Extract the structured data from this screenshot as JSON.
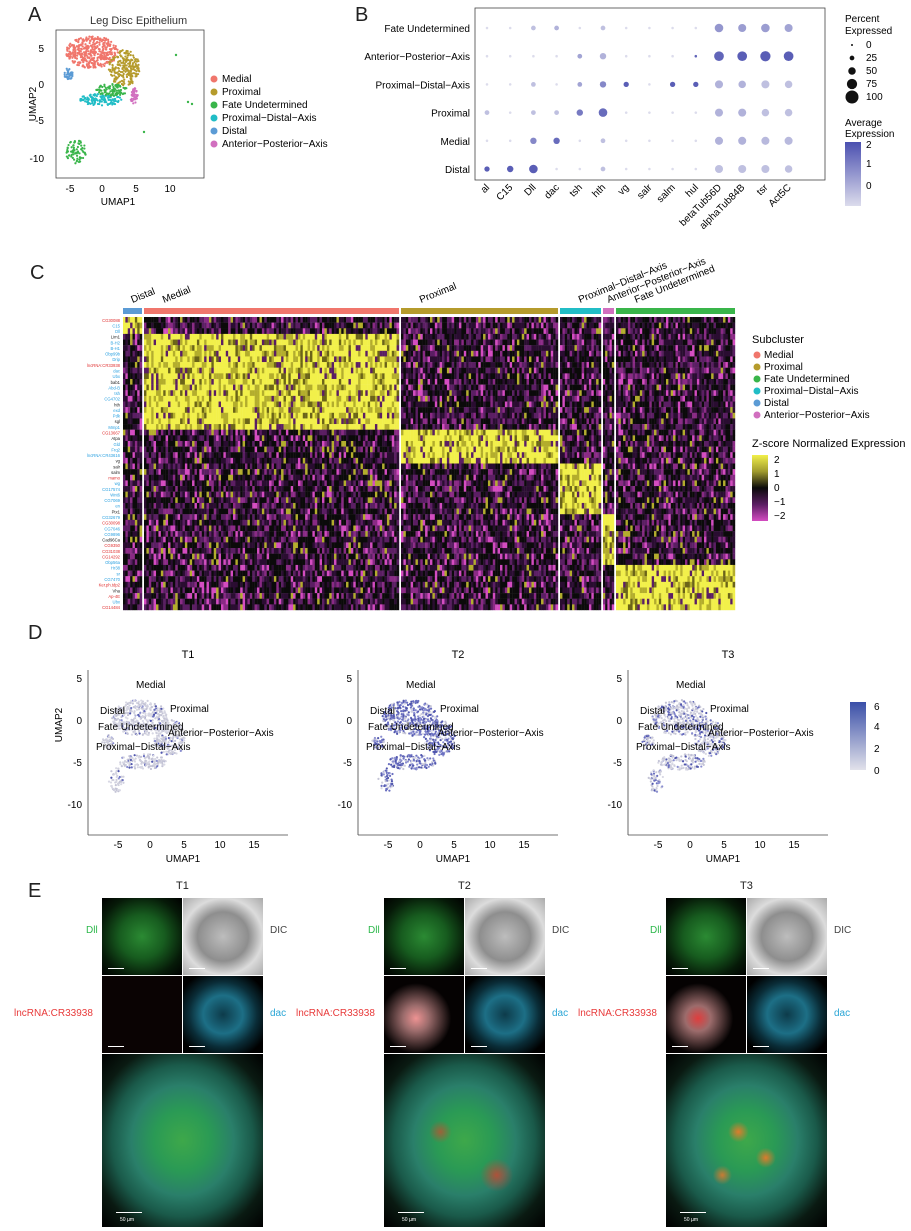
{
  "panels": {
    "A": "A",
    "B": "B",
    "C": "C",
    "D": "D",
    "E": "E"
  },
  "panelA": {
    "title": "Leg Disc Epithelium",
    "xlabel": "UMAP1",
    "ylabel": "UMAP2",
    "xticks": [
      "-5",
      "0",
      "5",
      "10"
    ],
    "yticks": [
      "5",
      "0",
      "-5",
      "-10"
    ],
    "legend": [
      {
        "label": "Medial",
        "color": "#f0766c"
      },
      {
        "label": "Proximal",
        "color": "#b59b2c"
      },
      {
        "label": "Fate Undetermined",
        "color": "#39b54a"
      },
      {
        "label": "Proximal−Distal−Axis",
        "color": "#21bdc6"
      },
      {
        "label": "Distal",
        "color": "#5b9bd5"
      },
      {
        "label": "Anterior−Posterior−Axis",
        "color": "#d16fbf"
      }
    ]
  },
  "panelB": {
    "rows": [
      "Fate Undetermined",
      "Anterior−Posterior−Axis",
      "Proximal−Distal−Axis",
      "Proximal",
      "Medial",
      "Distal"
    ],
    "genes": [
      "al",
      "C15",
      "Dll",
      "dac",
      "tsh",
      "hth",
      "vg",
      "salr",
      "salm",
      "hul",
      "betaTub56D",
      "alphaTub84B",
      "tsr",
      "Act5C"
    ],
    "size_legend_title": "Percent\nExpressed",
    "size_legend_title_lines": [
      "Percent",
      "Expressed"
    ],
    "size_legend": [
      "0",
      "25",
      "50",
      "75",
      "100"
    ],
    "color_legend_title_lines": [
      "Average",
      "Expression"
    ],
    "color_legend": [
      "2",
      "1",
      "0"
    ],
    "low_color": "#dcdcec",
    "high_color": "#4b50b0"
  },
  "panelC": {
    "clusters": [
      {
        "label": "Distal",
        "color": "#5b9bd5"
      },
      {
        "label": "Medial",
        "color": "#f0766c"
      },
      {
        "label": "Proximal",
        "color": "#b59b2c"
      },
      {
        "label": "Proximal−Distal−Axis",
        "color": "#21bdc6"
      },
      {
        "label": "Anterior−Posterior−Axis",
        "color": "#d16fbf"
      },
      {
        "label": "Fate Undetermined",
        "color": "#39b54a"
      }
    ],
    "subcluster_title": "Subcluster",
    "zscore_title": "Z-score Normalized Expression",
    "zscore_ticks": [
      "2",
      "1",
      "0",
      "−1",
      "−2"
    ],
    "gene_labels": [
      {
        "text": "CG30088",
        "color": "#e03030"
      },
      {
        "text": "C15",
        "color": "#2aa0e0"
      },
      {
        "text": "Dll",
        "color": "#2aa0e0"
      },
      {
        "text": "Lim1",
        "color": "#222"
      },
      {
        "text": "B-H2",
        "color": "#2aa0e0"
      },
      {
        "text": "B-H1",
        "color": "#2aa0e0"
      },
      {
        "text": "Obp99b",
        "color": "#2aa0e0"
      },
      {
        "text": "Drip",
        "color": "#2aa0e0"
      },
      {
        "text": "lncRNA:CR33938",
        "color": "#e03030"
      },
      {
        "text": "dac",
        "color": "#2aa0e0"
      },
      {
        "text": "Ubx",
        "color": "#2aa0e0"
      },
      {
        "text": "bab1",
        "color": "#222"
      },
      {
        "text": "Abd-B",
        "color": "#2aa0e0"
      },
      {
        "text": "tsh",
        "color": "#2aa0e0"
      },
      {
        "text": "CG4702",
        "color": "#2aa0e0"
      },
      {
        "text": "hth",
        "color": "#222"
      },
      {
        "text": "exd",
        "color": "#2aa0e0"
      },
      {
        "text": "Pdk",
        "color": "#2aa0e0"
      },
      {
        "text": "sgl",
        "color": "#222"
      },
      {
        "text": "Mmp1",
        "color": "#2aa0e0"
      },
      {
        "text": "CG13667",
        "color": "#e03030"
      },
      {
        "text": "Atpa",
        "color": "#222"
      },
      {
        "text": "Gld",
        "color": "#2aa0e0"
      },
      {
        "text": "Frq2",
        "color": "#2aa0e0"
      },
      {
        "text": "lncRNA:CR43616",
        "color": "#2aa0e0"
      },
      {
        "text": "vg",
        "color": "#222"
      },
      {
        "text": "salr",
        "color": "#222"
      },
      {
        "text": "salm",
        "color": "#222"
      },
      {
        "text": "mamo",
        "color": "#e03030"
      },
      {
        "text": "wg",
        "color": "#2aa0e0"
      },
      {
        "text": "CG17574",
        "color": "#2aa0e0"
      },
      {
        "text": "Wnt6",
        "color": "#2aa0e0"
      },
      {
        "text": "CG7069",
        "color": "#2aa0e0"
      },
      {
        "text": "en",
        "color": "#2aa0e0"
      },
      {
        "text": "Ptx1",
        "color": "#222"
      },
      {
        "text": "CG32679",
        "color": "#2aa0e0"
      },
      {
        "text": "CG30098",
        "color": "#e03030"
      },
      {
        "text": "CG7046",
        "color": "#2aa0e0"
      },
      {
        "text": "CG9896",
        "color": "#2aa0e0"
      },
      {
        "text": "Cad96Ca",
        "color": "#222"
      },
      {
        "text": "CG9350",
        "color": "#e03030"
      },
      {
        "text": "CG31038",
        "color": "#e03030"
      },
      {
        "text": "CG14292",
        "color": "#e03030"
      },
      {
        "text": "Obp56a",
        "color": "#2aa0e0"
      },
      {
        "text": "Hr38",
        "color": "#2aa0e0"
      },
      {
        "text": "sr",
        "color": "#2aa0e0"
      },
      {
        "text": "CG7470",
        "color": "#2aa0e0"
      },
      {
        "text": "Ker.ph.tdp2",
        "color": "#e03030"
      },
      {
        "text": "Vha",
        "color": "#222"
      },
      {
        "text": "Ap-4E",
        "color": "#e03030"
      },
      {
        "text": "Ubx",
        "color": "#2aa0e0"
      },
      {
        "text": "CG14484",
        "color": "#e03030"
      }
    ]
  },
  "panelD": {
    "plots": [
      {
        "title": "T1",
        "labels": [
          "Medial",
          "Distal",
          "Proximal",
          "Fate Undetermined",
          "Anterior−Posterior−Axis",
          "Proximal−Distal−Axis"
        ]
      },
      {
        "title": "T2",
        "labels": [
          "Medial",
          "Distal",
          "Proximal",
          "Fate Undetermined",
          "Anterior−Posterior−Axis",
          "Proximal−Distal−Axis"
        ]
      },
      {
        "title": "T3",
        "labels": [
          "Medial",
          "Distal",
          "Proximal",
          "Fate Undetermined",
          "Anterior−Posterior−Axis",
          "Proximal−Distal−Axis"
        ]
      }
    ],
    "xlabel": "UMAP1",
    "ylabel": "UMAP2",
    "xticks": [
      "-5",
      "0",
      "5",
      "10",
      "15"
    ],
    "yticks": [
      "5",
      "0",
      "-5",
      "-10"
    ],
    "color_ticks": [
      "6",
      "4",
      "2",
      "0"
    ]
  },
  "panelE": {
    "columns": [
      {
        "title": "T1",
        "dll": "Dll",
        "dic": "DIC",
        "lnc": "lncRNA:CR33938",
        "dac": "dac",
        "scale": "50 µm"
      },
      {
        "title": "T2",
        "dll": "Dll",
        "dic": "DIC",
        "lnc": "lncRNA:CR33938",
        "dac": "dac",
        "scale": "50 µm"
      },
      {
        "title": "T3",
        "dll": "Dll",
        "dic": "DIC",
        "lnc": "lncRNA:CR33938",
        "dac": "dac",
        "scale": "50 µm"
      }
    ],
    "colors": {
      "dll": "#2db84b",
      "lnc": "#e83a3a",
      "dac": "#2aa6d6",
      "dic": "#444"
    }
  }
}
